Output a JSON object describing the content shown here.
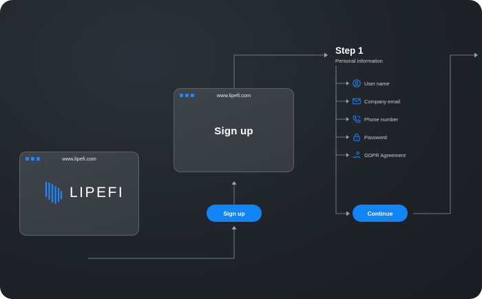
{
  "left_window": {
    "url": "www.lipefi.com",
    "logo_text": "LIPEFI"
  },
  "center_window": {
    "url": "www.lipefi.com",
    "title": "Sign up"
  },
  "signup_button": {
    "label": "Sign up"
  },
  "step": {
    "title": "Step 1",
    "subtitle": "Personal information",
    "fields": [
      {
        "label": "User name",
        "icon": "user-icon"
      },
      {
        "label": "Company email",
        "icon": "mail-icon"
      },
      {
        "label": "Phone number",
        "icon": "phone-icon"
      },
      {
        "label": "Password",
        "icon": "lock-icon"
      },
      {
        "label": "GDPR Agreement",
        "icon": "agreement-icon"
      }
    ]
  },
  "continue_button": {
    "label": "Continue"
  },
  "colors": {
    "accent": "#1184f6",
    "background": "#1f242a",
    "window": "#3a4046",
    "line": "#8a9096"
  }
}
